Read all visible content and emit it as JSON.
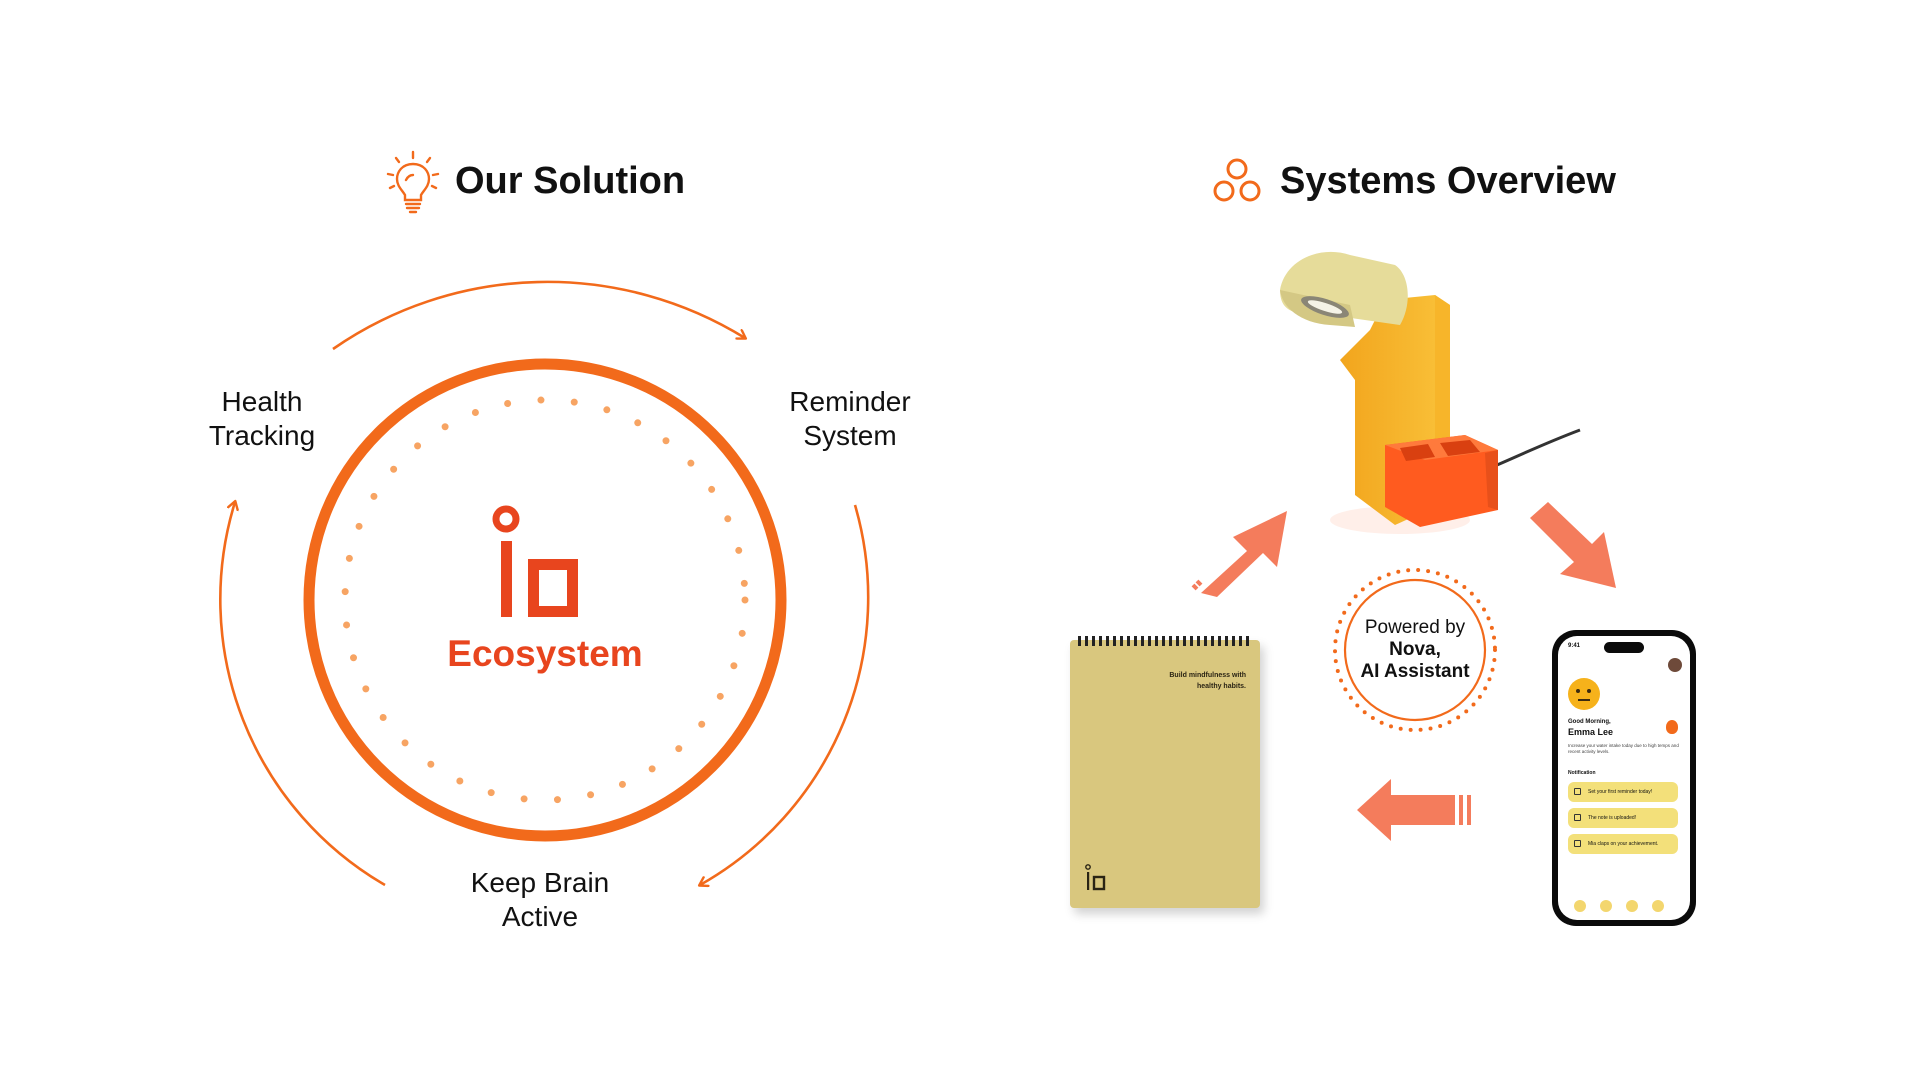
{
  "left_panel": {
    "heading": "Our Solution",
    "heading_icon": "lightbulb-icon",
    "center_word": "Ecosystem",
    "center_logo": "io",
    "labels": {
      "health": [
        "Health",
        "Tracking"
      ],
      "reminder": [
        "Reminder",
        "System"
      ],
      "brain": [
        "Keep Brain",
        "Active"
      ]
    }
  },
  "right_panel": {
    "heading": "Systems Overview",
    "heading_icon": "three-circles-icon",
    "nova_badge": {
      "line1": "Powered by",
      "line2": "Nova,",
      "line3": "AI Assistant"
    },
    "notepad": {
      "text_line1": "Build mindfulness with",
      "text_line2": "healthy habits.",
      "logo": "io"
    },
    "phone": {
      "time": "9:41",
      "greeting": "Good Morning,",
      "name": "Emma Lee",
      "message": "Increase your water intake today due to high temps and recent activity levels.",
      "section": "Notification",
      "notifications": [
        "Set your first reminder today!",
        "The note is uploaded!",
        "Mia claps on your achievement."
      ]
    }
  },
  "colors": {
    "accent": "#f26a1b",
    "logo_red": "#e8451e",
    "arrow_salmon": "#f47c5c",
    "lamp_yellow": "#f5b324",
    "lamp_orange": "#ff5a1f",
    "lamp_head": "#e6dc9a",
    "notepad": "#d9c77e"
  }
}
